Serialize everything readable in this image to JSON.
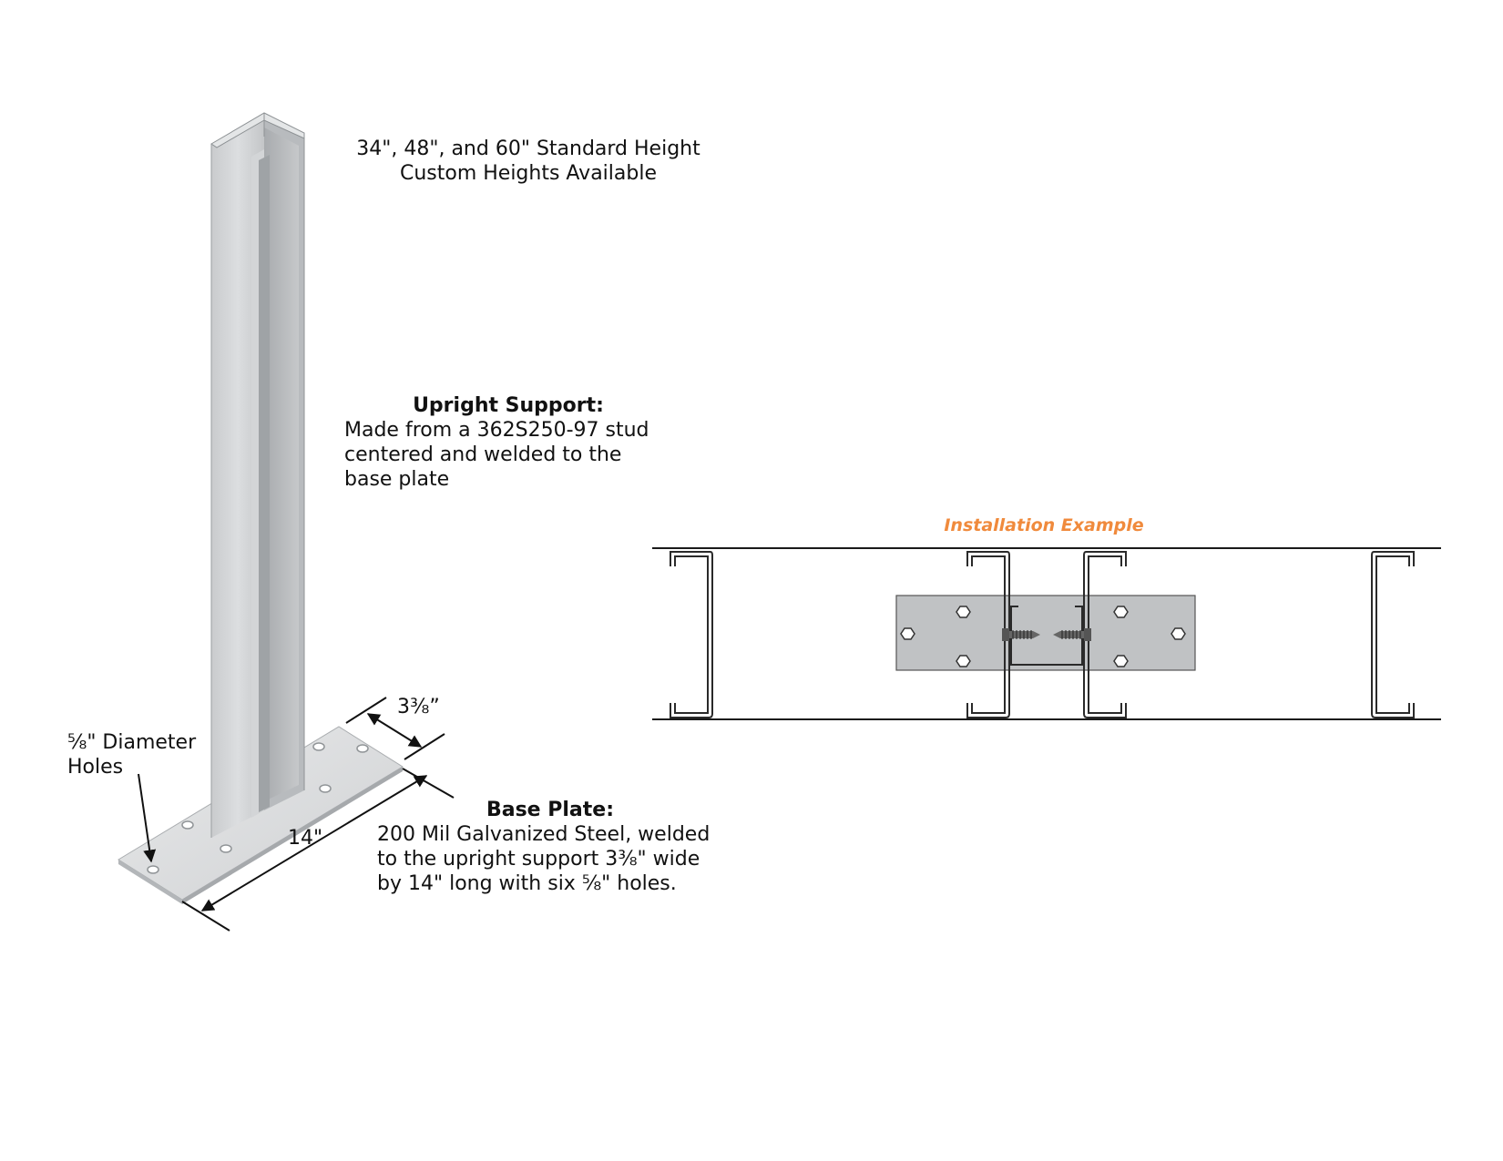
{
  "height_note": {
    "line1": "34\", 48\", and 60\" Standard Height",
    "line2": "Custom Heights Available"
  },
  "upright_support": {
    "title": "Upright Support:",
    "line1": "Made from a 362S250-97 stud",
    "line2": "centered and welded to the",
    "line3": "base plate"
  },
  "base_plate": {
    "title": "Base Plate:",
    "line1": "200 Mil Galvanized Steel, welded",
    "line2": "to the upright support 3⅜\" wide",
    "line3": "by 14\" long with six ⅝\" holes."
  },
  "holes_note": {
    "line1": "⅝\" Diameter",
    "line2": "Holes"
  },
  "dimensions": {
    "width": "3⅜”",
    "length": "14\""
  },
  "installation": {
    "title": "Installation Example"
  },
  "colors": {
    "steel_light": "#d6d8da",
    "steel_mid": "#b9bcbf",
    "steel_dark": "#9ea2a6",
    "plate_fill": "#c0c2c4",
    "accent_orange": "#f08a3c",
    "line": "#1a1a1a"
  }
}
